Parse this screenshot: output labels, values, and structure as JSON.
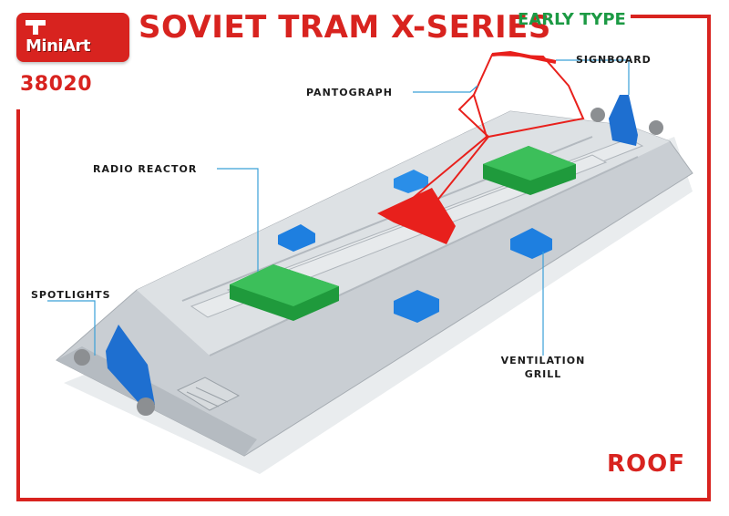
{
  "brand": {
    "logo_text": "MiniArt",
    "kit_number": "38020"
  },
  "header": {
    "title": "SOVIET TRAM X-SERIES",
    "subtitle": "EARLY TYPE"
  },
  "section_label": "ROOF",
  "callouts": {
    "pantograph": "PANTOGRAPH",
    "signboard": "SIGNBOARD",
    "radio_reactor": "RADIO REACTOR",
    "spotlights": "SPOTLIGHTS",
    "ventilation_line1": "VENTILATION",
    "ventilation_line2": "GRILL"
  },
  "colors": {
    "brand_red": "#d8231f",
    "subtitle_green": "#1c9a44",
    "roof_grey": "#c9ced3",
    "reactor_green": "#1f9a3c",
    "part_blue": "#1e7fe0",
    "pantograph_red": "#e8201c",
    "leader_line": "#3aa0d8"
  }
}
